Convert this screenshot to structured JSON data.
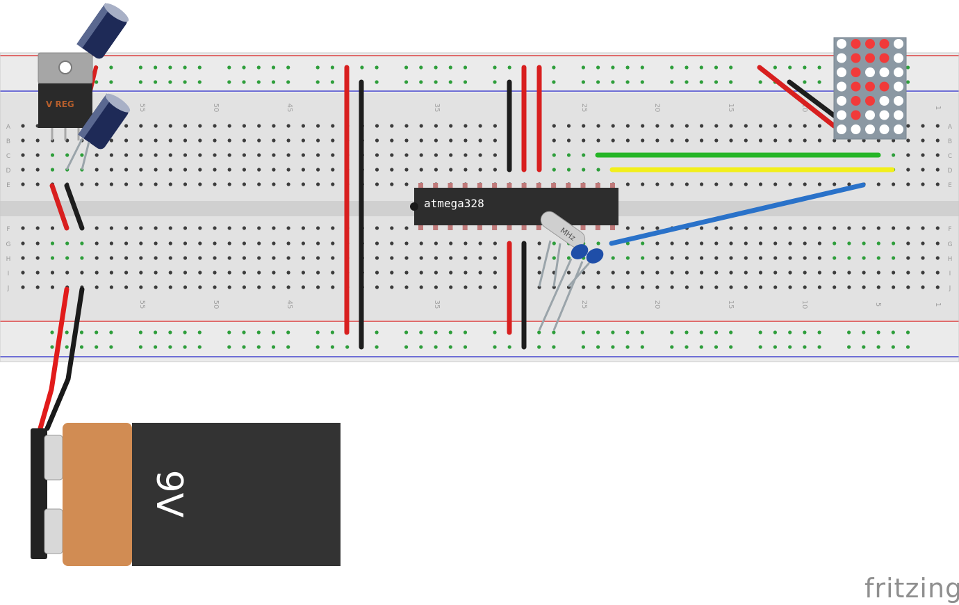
{
  "chip": {
    "label": "atmega328"
  },
  "crystal": {
    "label": "MHz"
  },
  "battery": {
    "label": "9V"
  },
  "regulator": {
    "label": "V REG"
  },
  "breadboard": {
    "row_letters_top": [
      "A",
      "B",
      "C",
      "D",
      "E"
    ],
    "row_letters_bottom": [
      "F",
      "G",
      "H",
      "I",
      "J"
    ],
    "column_numbers": [
      "55",
      "50",
      "45",
      "35",
      "25",
      "20",
      "15",
      "10",
      "5",
      "1"
    ]
  },
  "branding": {
    "wordmark": "fritzing"
  },
  "colors": {
    "board": "#e2e2e2",
    "rail": "#ebebeb",
    "hole": "#3c3c3c",
    "hole_connected": "#2e9e3b",
    "wire_red": "#d81f1f",
    "wire_black": "#1d1d1d",
    "wire_green": "#25b526",
    "wire_yellow": "#f2ef1a",
    "wire_blue": "#2a72c9",
    "chip": "#2d2d2d",
    "pin": "#c07a7a",
    "led_on": "#f23a3a",
    "led_off": "#ffffff",
    "matrix": "#8b98a3",
    "battery_body": "#333333",
    "battery_band": "#d18c53",
    "capacitor": "#1e2a57",
    "crystal_body": "#1f4ea8"
  }
}
